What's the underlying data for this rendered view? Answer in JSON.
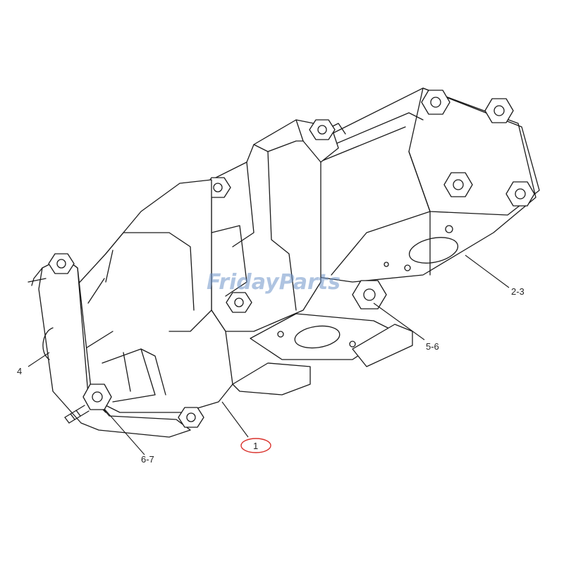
{
  "diagram": {
    "watermark_text": "FridayParts",
    "highlight_color": "#d9312b",
    "watermark_color": "#6f94c9",
    "callouts": [
      {
        "id": "c1",
        "text": "1",
        "highlighted": true
      },
      {
        "id": "c23",
        "text": "2-3"
      },
      {
        "id": "c4",
        "text": "4"
      },
      {
        "id": "c56",
        "text": "5-6"
      },
      {
        "id": "c67",
        "text": "6-7"
      }
    ]
  }
}
